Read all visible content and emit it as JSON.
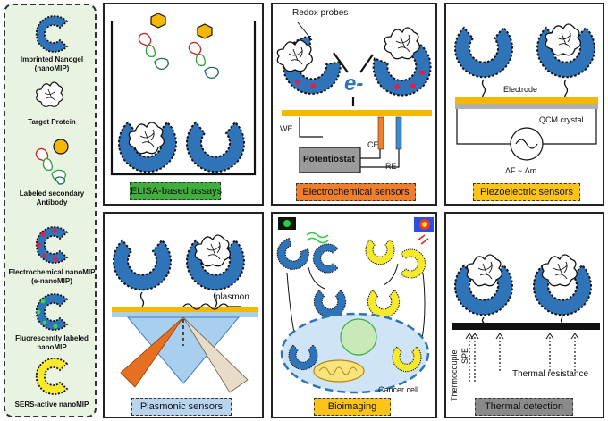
{
  "legend": {
    "items": [
      {
        "label": "Imprinted Nanogel (nanoMIP)"
      },
      {
        "label": "Target Protein"
      },
      {
        "label": "Labeled secondary Antibody"
      },
      {
        "label": "Electrochemical nanoMIP (e-nanoMIP)"
      },
      {
        "label": "Fluorescently labeled nanoMIP"
      },
      {
        "label": "SERS-active nanoMIP"
      }
    ]
  },
  "panels": {
    "elisa": {
      "title": "ELISA-based assays"
    },
    "electrochemical": {
      "title": "Electrochemical sensors",
      "redox_label": "Redox probes",
      "electron_label": "e-",
      "we_label": "WE",
      "ce_label": "CE",
      "re_label": "RE",
      "potentiostat_label": "Potentiostat"
    },
    "piezoelectric": {
      "title": "Piezoelectric sensors",
      "electrode_label": "Electrode",
      "qcm_label": "QCM crystal",
      "formula_label": "ΔF ~ Δm"
    },
    "plasmonic": {
      "title": "Plasmonic sensors",
      "plasmon_label": "plasmon"
    },
    "bioimaging": {
      "title": "Bioimaging",
      "cell_label": "Cancer cell"
    },
    "thermal": {
      "title": "Thermal detection",
      "spe_label": "SPE",
      "thermocouple_label": "Thermocouple",
      "resistance_label": "Thermal resistance"
    }
  },
  "colors": {
    "mip_blue": "#2f74b8",
    "sers_yellow": "#f6ea2a",
    "gold": "#f5b800",
    "legend_bg": "#e9f3e2",
    "tag_green": "#3fae3c",
    "tag_orange": "#f07e2c",
    "tag_yellow": "#fcc418",
    "tag_blue": "#b9d5ee",
    "tag_gray": "#8a8a8a",
    "prism_blue": "#a9cfee",
    "cell_blue": "#cfe5f7"
  },
  "icons": [
    "nanomip-icon",
    "protein-icon",
    "antibody-icon",
    "e-nanomip-icon",
    "fluorescent-nanomip-icon",
    "sers-nanomip-icon",
    "fluorescence-image-icon",
    "raman-image-icon"
  ]
}
